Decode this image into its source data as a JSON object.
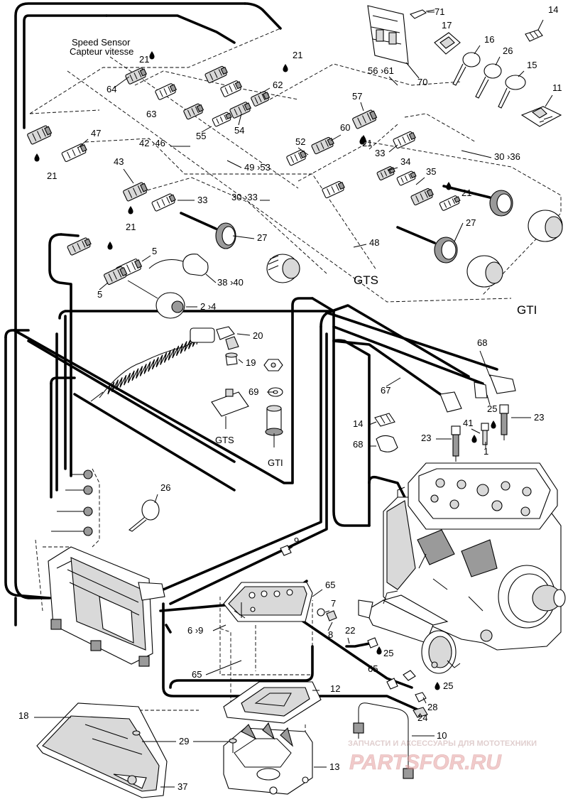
{
  "diagram": {
    "speed_sensor_title": "Speed Sensor",
    "speed_sensor_subtitle": "Capteur vitesse",
    "model_gts": "GTS",
    "model_gti": "GTI",
    "small_gts": "GTS",
    "small_gti": "GTI",
    "callouts": {
      "c71": "71",
      "c14a": "14",
      "c17": "17",
      "c16": "16",
      "c26a": "26",
      "c15": "15",
      "c11": "11",
      "c70": "70",
      "r56_61": "56 ›61",
      "c21a": "21",
      "c21b": "21",
      "c64": "64",
      "c62": "62",
      "c63": "63",
      "c55": "55",
      "c54": "54",
      "c57": "57",
      "c60": "60",
      "c52": "52",
      "c21c": "21",
      "c33a": "33",
      "c34": "34",
      "r30_36": "30 ›36",
      "c35": "35",
      "c21d": "21",
      "c47": "47",
      "r42_46": "42 ›46",
      "c21e": "21",
      "c43": "43",
      "r49_53": "49 ›53",
      "c33b": "33",
      "r30_33": "30 ›33",
      "c21f": "21",
      "c27a": "27",
      "c27b": "27",
      "c48": "48",
      "c5a": "5",
      "c5b": "5",
      "r38_40": "38 ›40",
      "r2_4": "2 ›4",
      "c20": "20",
      "c68a": "68",
      "c19": "19",
      "c67": "67",
      "c69": "69",
      "c25a": "25",
      "c23a": "23",
      "c14b": "14",
      "c41": "41",
      "c23b": "23",
      "c68b": "68",
      "c1": "1",
      "c26b": "26",
      "c9": "9",
      "c65a": "65",
      "c7": "7",
      "r6_9": "6 ›9",
      "c8": "8",
      "c22": "22",
      "c25b": "25",
      "c65b": "65",
      "c65c": "65",
      "c25c": "25",
      "c12": "12",
      "c28": "28",
      "c18": "18",
      "c24": "24",
      "c29": "29",
      "c10": "10",
      "c13": "13",
      "c37": "37"
    },
    "watermark_caption": "ЗАПЧАСТИ И АКСЕССУАРЫ ДЛЯ МОТОТЕХНИКИ",
    "watermark_logo": "PARTSFOR.RU"
  }
}
